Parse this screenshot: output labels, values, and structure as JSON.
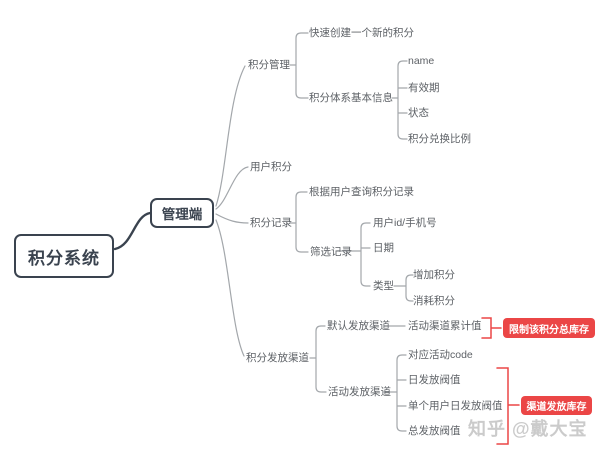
{
  "colors": {
    "accent_red": "#eb4646",
    "line_gray": "#a3a7ab",
    "dark_outline": "#3a434f",
    "label_gray": "#5d6166"
  },
  "watermark": {
    "text": "知乎 @戴大宝"
  },
  "mindmap": {
    "root": {
      "label": "积分系统"
    },
    "hub": {
      "label": "管理端"
    },
    "branches": [
      {
        "label": "积分管理",
        "children": [
          {
            "label": "快速创建一个新的积分"
          },
          {
            "label": "积分体系基本信息",
            "children": [
              {
                "label": "name"
              },
              {
                "label": "有效期"
              },
              {
                "label": "状态"
              },
              {
                "label": "积分兑换比例"
              }
            ]
          }
        ]
      },
      {
        "label": "用户积分"
      },
      {
        "label": "积分记录",
        "children": [
          {
            "label": "根据用户查询积分记录"
          },
          {
            "label": "筛选记录",
            "children": [
              {
                "label": "用户id/手机号"
              },
              {
                "label": "日期"
              },
              {
                "label": "类型",
                "children": [
                  {
                    "label": "增加积分"
                  },
                  {
                    "label": "消耗积分"
                  }
                ]
              }
            ]
          }
        ]
      },
      {
        "label": "积分发放渠道",
        "children": [
          {
            "label": "默认发放渠道",
            "children": [
              {
                "label": "活动渠道累计值"
              }
            ],
            "annotation": "限制该积分总库存"
          },
          {
            "label": "活动发放渠道",
            "children": [
              {
                "label": "对应活动code"
              },
              {
                "label": "日发放阀值"
              },
              {
                "label": "单个用户日发放阀值"
              },
              {
                "label": "总发放阀值"
              }
            ],
            "annotation": "渠道发放库存"
          }
        ]
      }
    ]
  }
}
